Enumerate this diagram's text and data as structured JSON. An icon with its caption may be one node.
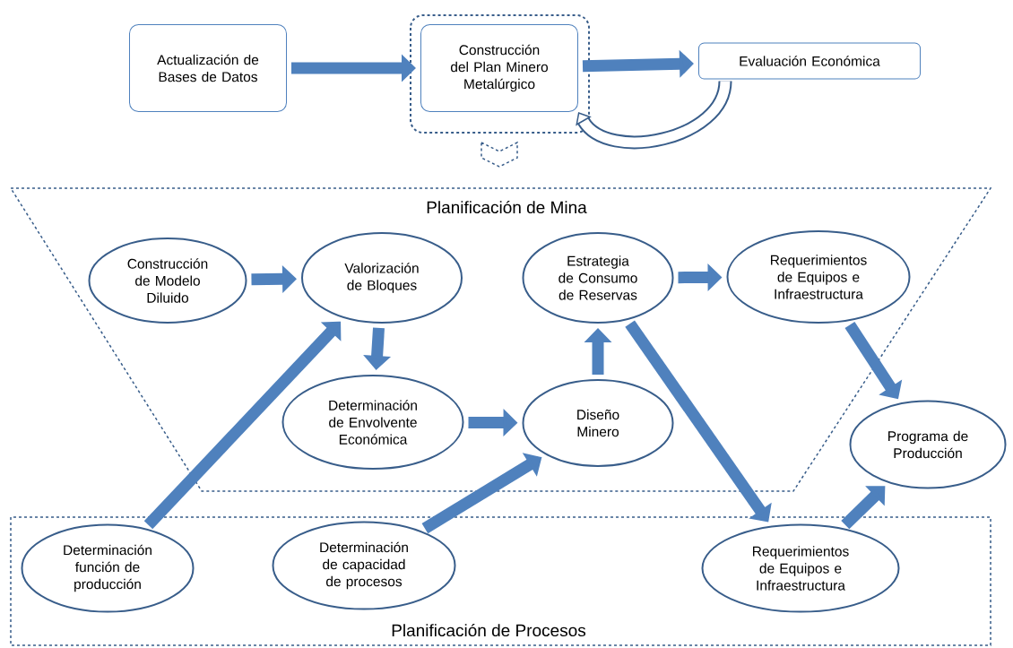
{
  "diagram": {
    "nodes": [
      {
        "text": [
          "Actualización de Bases de Datos"
        ]
      },
      {
        "text": [
          "Construcción del Plan Minero Metalúrgico"
        ]
      },
      {
        "text": [
          "Evaluación Económica"
        ]
      },
      {
        "text": [
          "Planificación de Mina"
        ]
      },
      {
        "text": [
          "Construcción de Modelo Diluido"
        ],
        "in": 3
      },
      {
        "text": [
          "Valorización de Bloques"
        ],
        "in": 3
      },
      {
        "text": [
          "Estrategia de Consumo de Reservas"
        ],
        "in": 3
      },
      {
        "text": [
          "Requerimientos de Equipos e Infraestructura"
        ],
        "in": 3
      },
      {
        "text": [
          "Determinación de Envolvente Económica"
        ],
        "in": 3
      },
      {
        "text": [
          "Diseño Minero"
        ],
        "in": 3
      },
      {
        "text": [
          "Programa de Producción"
        ]
      },
      {
        "text": [
          "Planificación de Procesos"
        ]
      },
      {
        "text": [
          "Determinación función de producción"
        ],
        "in": 11
      },
      {
        "text": [
          "Determinación de capacidad de procesos"
        ],
        "in": 11
      },
      {
        "text": [
          "Requerimientos de Equipos e Infraestructura"
        ],
        "in": 11
      }
    ],
    "edges": [
      {
        "from": 0,
        "to": 1,
        "arrow": "to"
      },
      {
        "from": 1,
        "to": 2,
        "arrow": "to"
      },
      {
        "from": 2,
        "to": 1,
        "arrow": "to"
      },
      {
        "from": 1,
        "to": 3,
        "arrow": "to",
        "style": "dashed"
      },
      {
        "from": 4,
        "to": 5,
        "arrow": "to"
      },
      {
        "from": 5,
        "to": 8,
        "arrow": "to"
      },
      {
        "from": 8,
        "to": 9,
        "arrow": "to"
      },
      {
        "from": 9,
        "to": 6,
        "arrow": "to"
      },
      {
        "from": 6,
        "to": 7,
        "arrow": "to"
      },
      {
        "from": 6,
        "to": 14,
        "arrow": "to"
      },
      {
        "from": 7,
        "to": 10,
        "arrow": "to"
      },
      {
        "from": 14,
        "to": 10,
        "arrow": "to"
      },
      {
        "from": 12,
        "to": 5,
        "arrow": "to"
      },
      {
        "from": 13,
        "to": 9,
        "arrow": "to"
      }
    ]
  }
}
